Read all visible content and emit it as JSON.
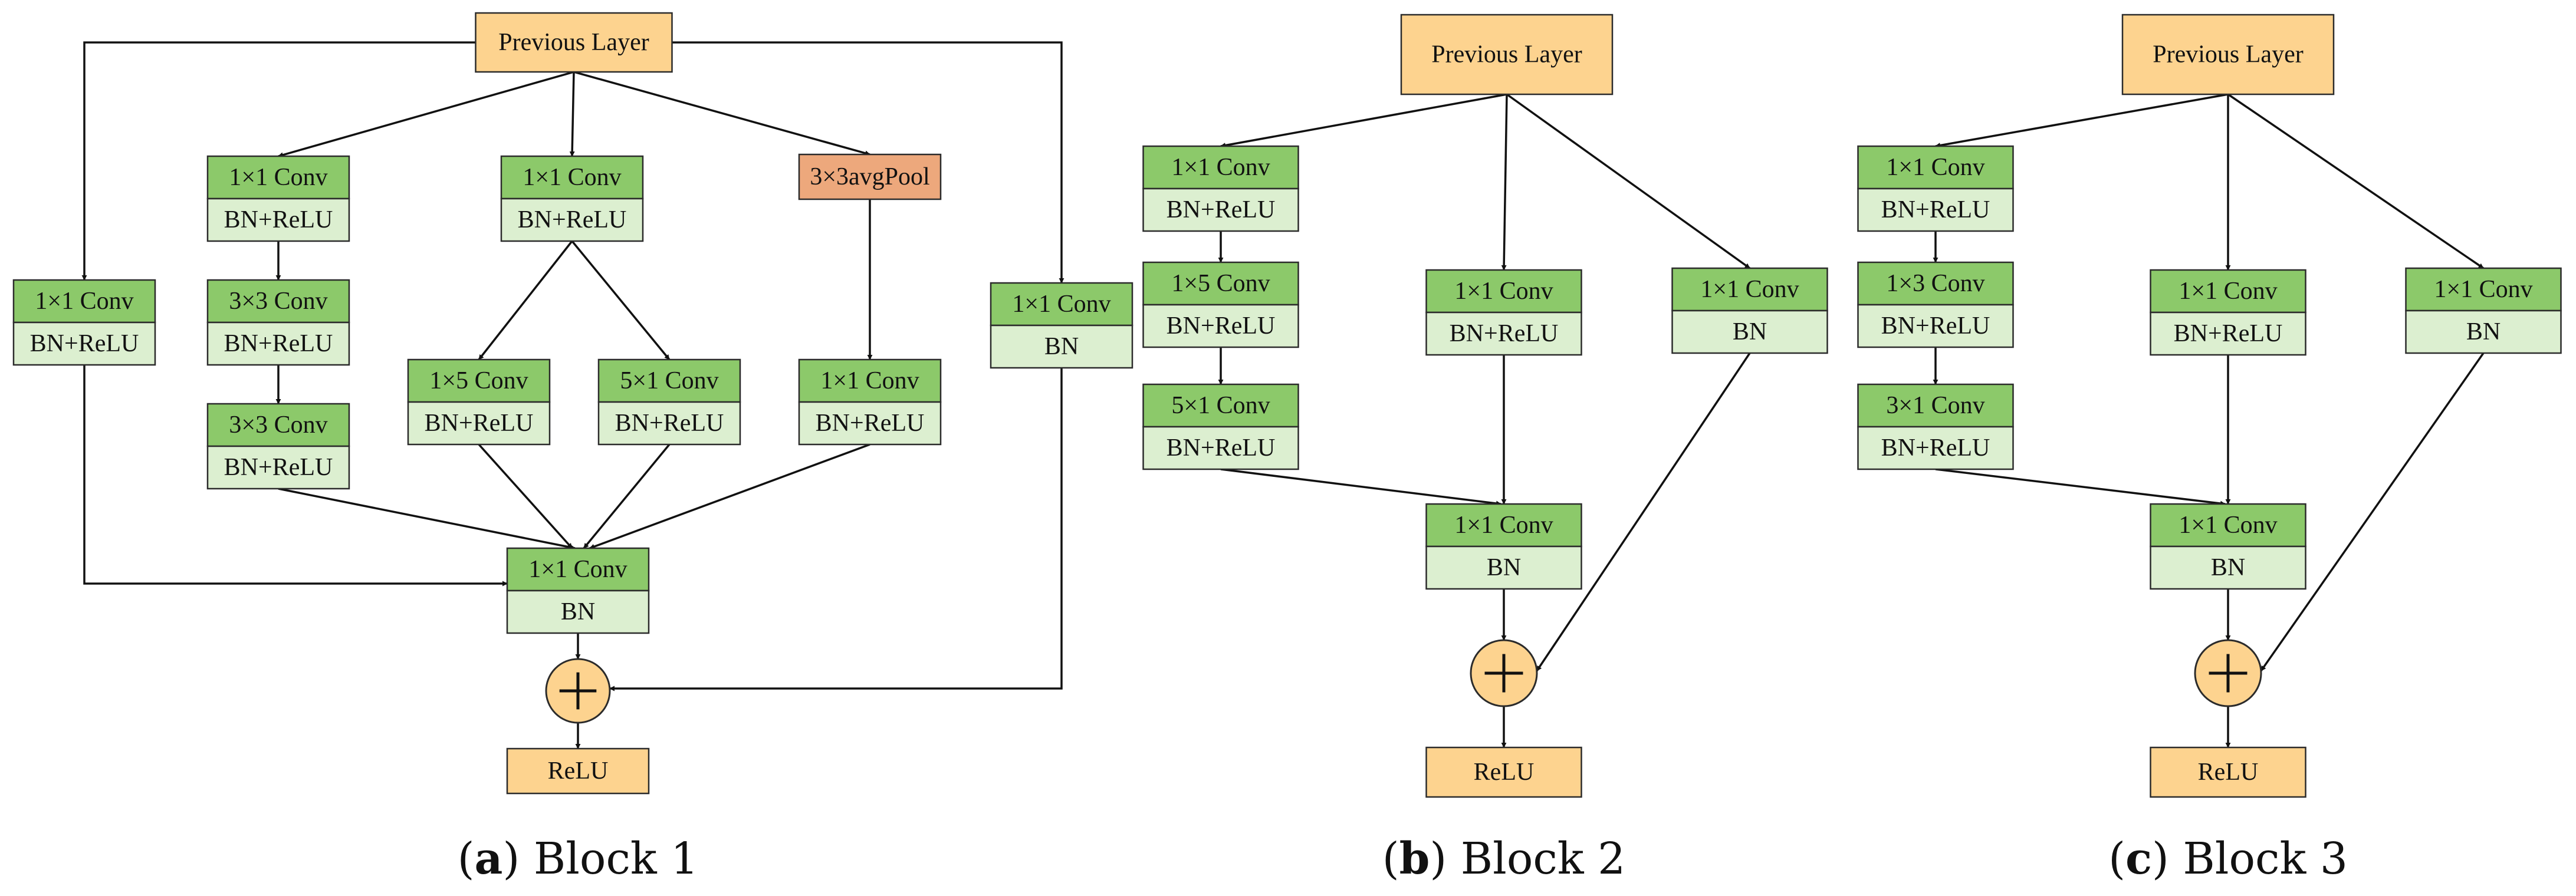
{
  "colors": {
    "input": "#fdd38f",
    "conv": "#8cc96a",
    "norm": "#dcefd0",
    "pool": "#eda87c",
    "add": "#fdd38f",
    "output": "#fdd38f"
  },
  "icons": {
    "add": "plus-icon"
  },
  "blocks": [
    {
      "name": "block-1",
      "caption": {
        "letter": "a",
        "text": "Block 1"
      },
      "input": "Previous Layer",
      "output": "ReLU",
      "units": [
        {
          "name": "b1-branch1-unit1",
          "conv": "1×1 Conv",
          "norm": "BN+ReLU"
        },
        {
          "name": "b1-branch1-unit2",
          "conv": "3×3 Conv",
          "norm": "BN+ReLU"
        },
        {
          "name": "b1-branch1-unit3",
          "conv": "3×3 Conv",
          "norm": "BN+ReLU"
        },
        {
          "name": "b1-branch2-unit1",
          "conv": "1×1 Conv",
          "norm": "BN+ReLU"
        },
        {
          "name": "b1-branch2-unit2a",
          "conv": "1×5 Conv",
          "norm": "BN+ReLU"
        },
        {
          "name": "b1-branch2-unit2b",
          "conv": "5×1 Conv",
          "norm": "BN+ReLU"
        },
        {
          "name": "b1-branch3-pool",
          "conv": "3×3avgPool"
        },
        {
          "name": "b1-branch3-unit2",
          "conv": "1×1 Conv",
          "norm": "BN+ReLU"
        },
        {
          "name": "b1-branch-left",
          "conv": "1×1 Conv",
          "norm": "BN+ReLU"
        },
        {
          "name": "b1-shortcut",
          "conv": "1×1 Conv",
          "norm": "BN"
        },
        {
          "name": "b1-merge",
          "conv": "1×1 Conv",
          "norm": "BN"
        }
      ]
    },
    {
      "name": "block-2",
      "caption": {
        "letter": "b",
        "text": "Block 2"
      },
      "input": "Previous Layer",
      "output": "ReLU",
      "units": [
        {
          "name": "b2-branch1-unit1",
          "conv": "1×1 Conv",
          "norm": "BN+ReLU"
        },
        {
          "name": "b2-branch1-unit2",
          "conv": "1×5 Conv",
          "norm": "BN+ReLU"
        },
        {
          "name": "b2-branch1-unit3",
          "conv": "5×1 Conv",
          "norm": "BN+ReLU"
        },
        {
          "name": "b2-branch2",
          "conv": "1×1 Conv",
          "norm": "BN+ReLU"
        },
        {
          "name": "b2-shortcut",
          "conv": "1×1 Conv",
          "norm": "BN"
        },
        {
          "name": "b2-merge",
          "conv": "1×1 Conv",
          "norm": "BN"
        }
      ]
    },
    {
      "name": "block-3",
      "caption": {
        "letter": "c",
        "text": "Block 3"
      },
      "input": "Previous Layer",
      "output": "ReLU",
      "units": [
        {
          "name": "b3-branch1-unit1",
          "conv": "1×1 Conv",
          "norm": "BN+ReLU"
        },
        {
          "name": "b3-branch1-unit2",
          "conv": "1×3 Conv",
          "norm": "BN+ReLU"
        },
        {
          "name": "b3-branch1-unit3",
          "conv": "3×1 Conv",
          "norm": "BN+ReLU"
        },
        {
          "name": "b3-branch2",
          "conv": "1×1 Conv",
          "norm": "BN+ReLU"
        },
        {
          "name": "b3-shortcut",
          "conv": "1×1 Conv",
          "norm": "BN"
        },
        {
          "name": "b3-merge",
          "conv": "1×1 Conv",
          "norm": "BN"
        }
      ]
    }
  ]
}
